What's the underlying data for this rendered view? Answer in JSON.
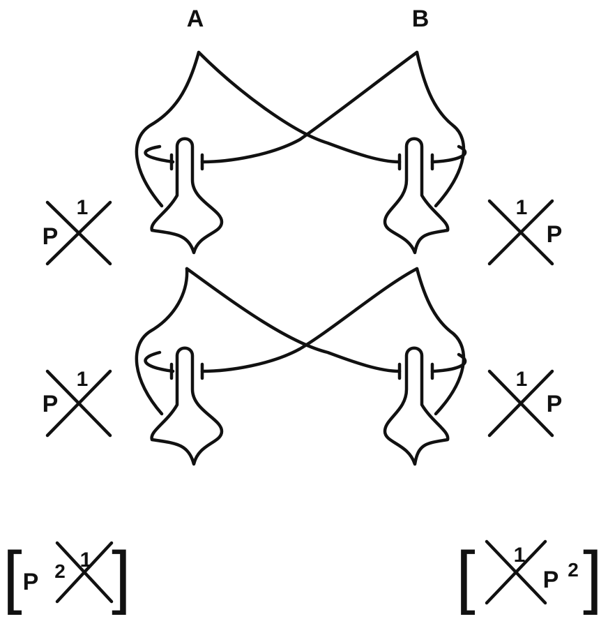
{
  "diagram": {
    "columns": {
      "left": "A",
      "right": "B"
    },
    "row_labels": {
      "row1_left": {
        "letter": "P",
        "index": "1"
      },
      "row1_right": {
        "letter": "P",
        "index": "1"
      },
      "row2_left": {
        "letter": "P",
        "index": "1"
      },
      "row2_right": {
        "letter": "P",
        "index": "1"
      }
    },
    "summary": {
      "left": {
        "open": "[",
        "letter": "P",
        "power": "2",
        "index": "1",
        "close": "]"
      },
      "right": {
        "open": "[",
        "letter": "P",
        "power": "2",
        "index": "1",
        "close": "]"
      }
    },
    "stroke_color": "#111111",
    "background_color": "#ffffff"
  }
}
